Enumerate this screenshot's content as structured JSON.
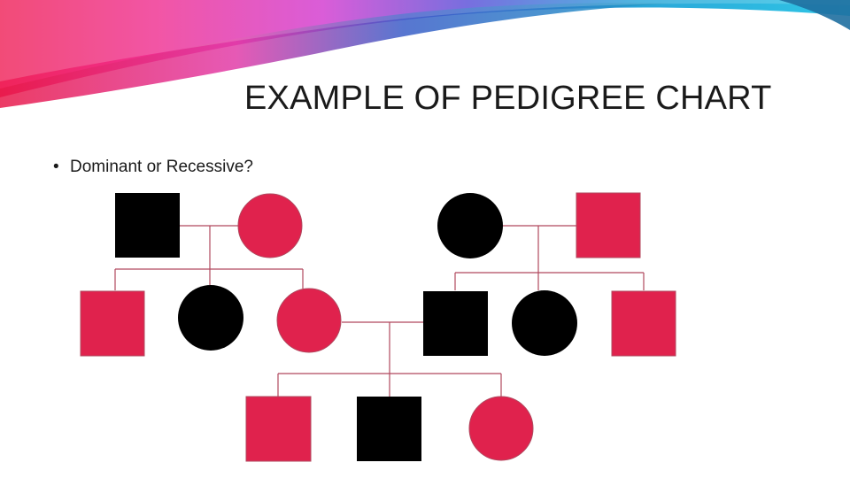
{
  "slide": {
    "title": "EXAMPLE OF PEDIGREE CHART",
    "bullet": "Dominant or Recessive?"
  },
  "colors": {
    "affected": "#000000",
    "unaffected": "#e0224d",
    "line": "#b0485e"
  },
  "pedigree": {
    "generation_1": [
      {
        "id": "g1-left-father",
        "sex": "male",
        "affected": true
      },
      {
        "id": "g1-left-mother",
        "sex": "female",
        "affected": false
      },
      {
        "id": "g1-right-mother",
        "sex": "female",
        "affected": true
      },
      {
        "id": "g1-right-father",
        "sex": "male",
        "affected": false
      }
    ],
    "generation_2": [
      {
        "id": "g2-son-1",
        "sex": "male",
        "affected": false
      },
      {
        "id": "g2-daughter-1",
        "sex": "female",
        "affected": true
      },
      {
        "id": "g2-daughter-2",
        "sex": "female",
        "affected": false
      },
      {
        "id": "g2-son-2",
        "sex": "male",
        "affected": true
      },
      {
        "id": "g2-daughter-3",
        "sex": "female",
        "affected": true
      },
      {
        "id": "g2-son-3",
        "sex": "male",
        "affected": false
      }
    ],
    "generation_3": [
      {
        "id": "g3-son-1",
        "sex": "male",
        "affected": false
      },
      {
        "id": "g3-son-2",
        "sex": "male",
        "affected": true
      },
      {
        "id": "g3-daughter-1",
        "sex": "female",
        "affected": false
      }
    ]
  }
}
